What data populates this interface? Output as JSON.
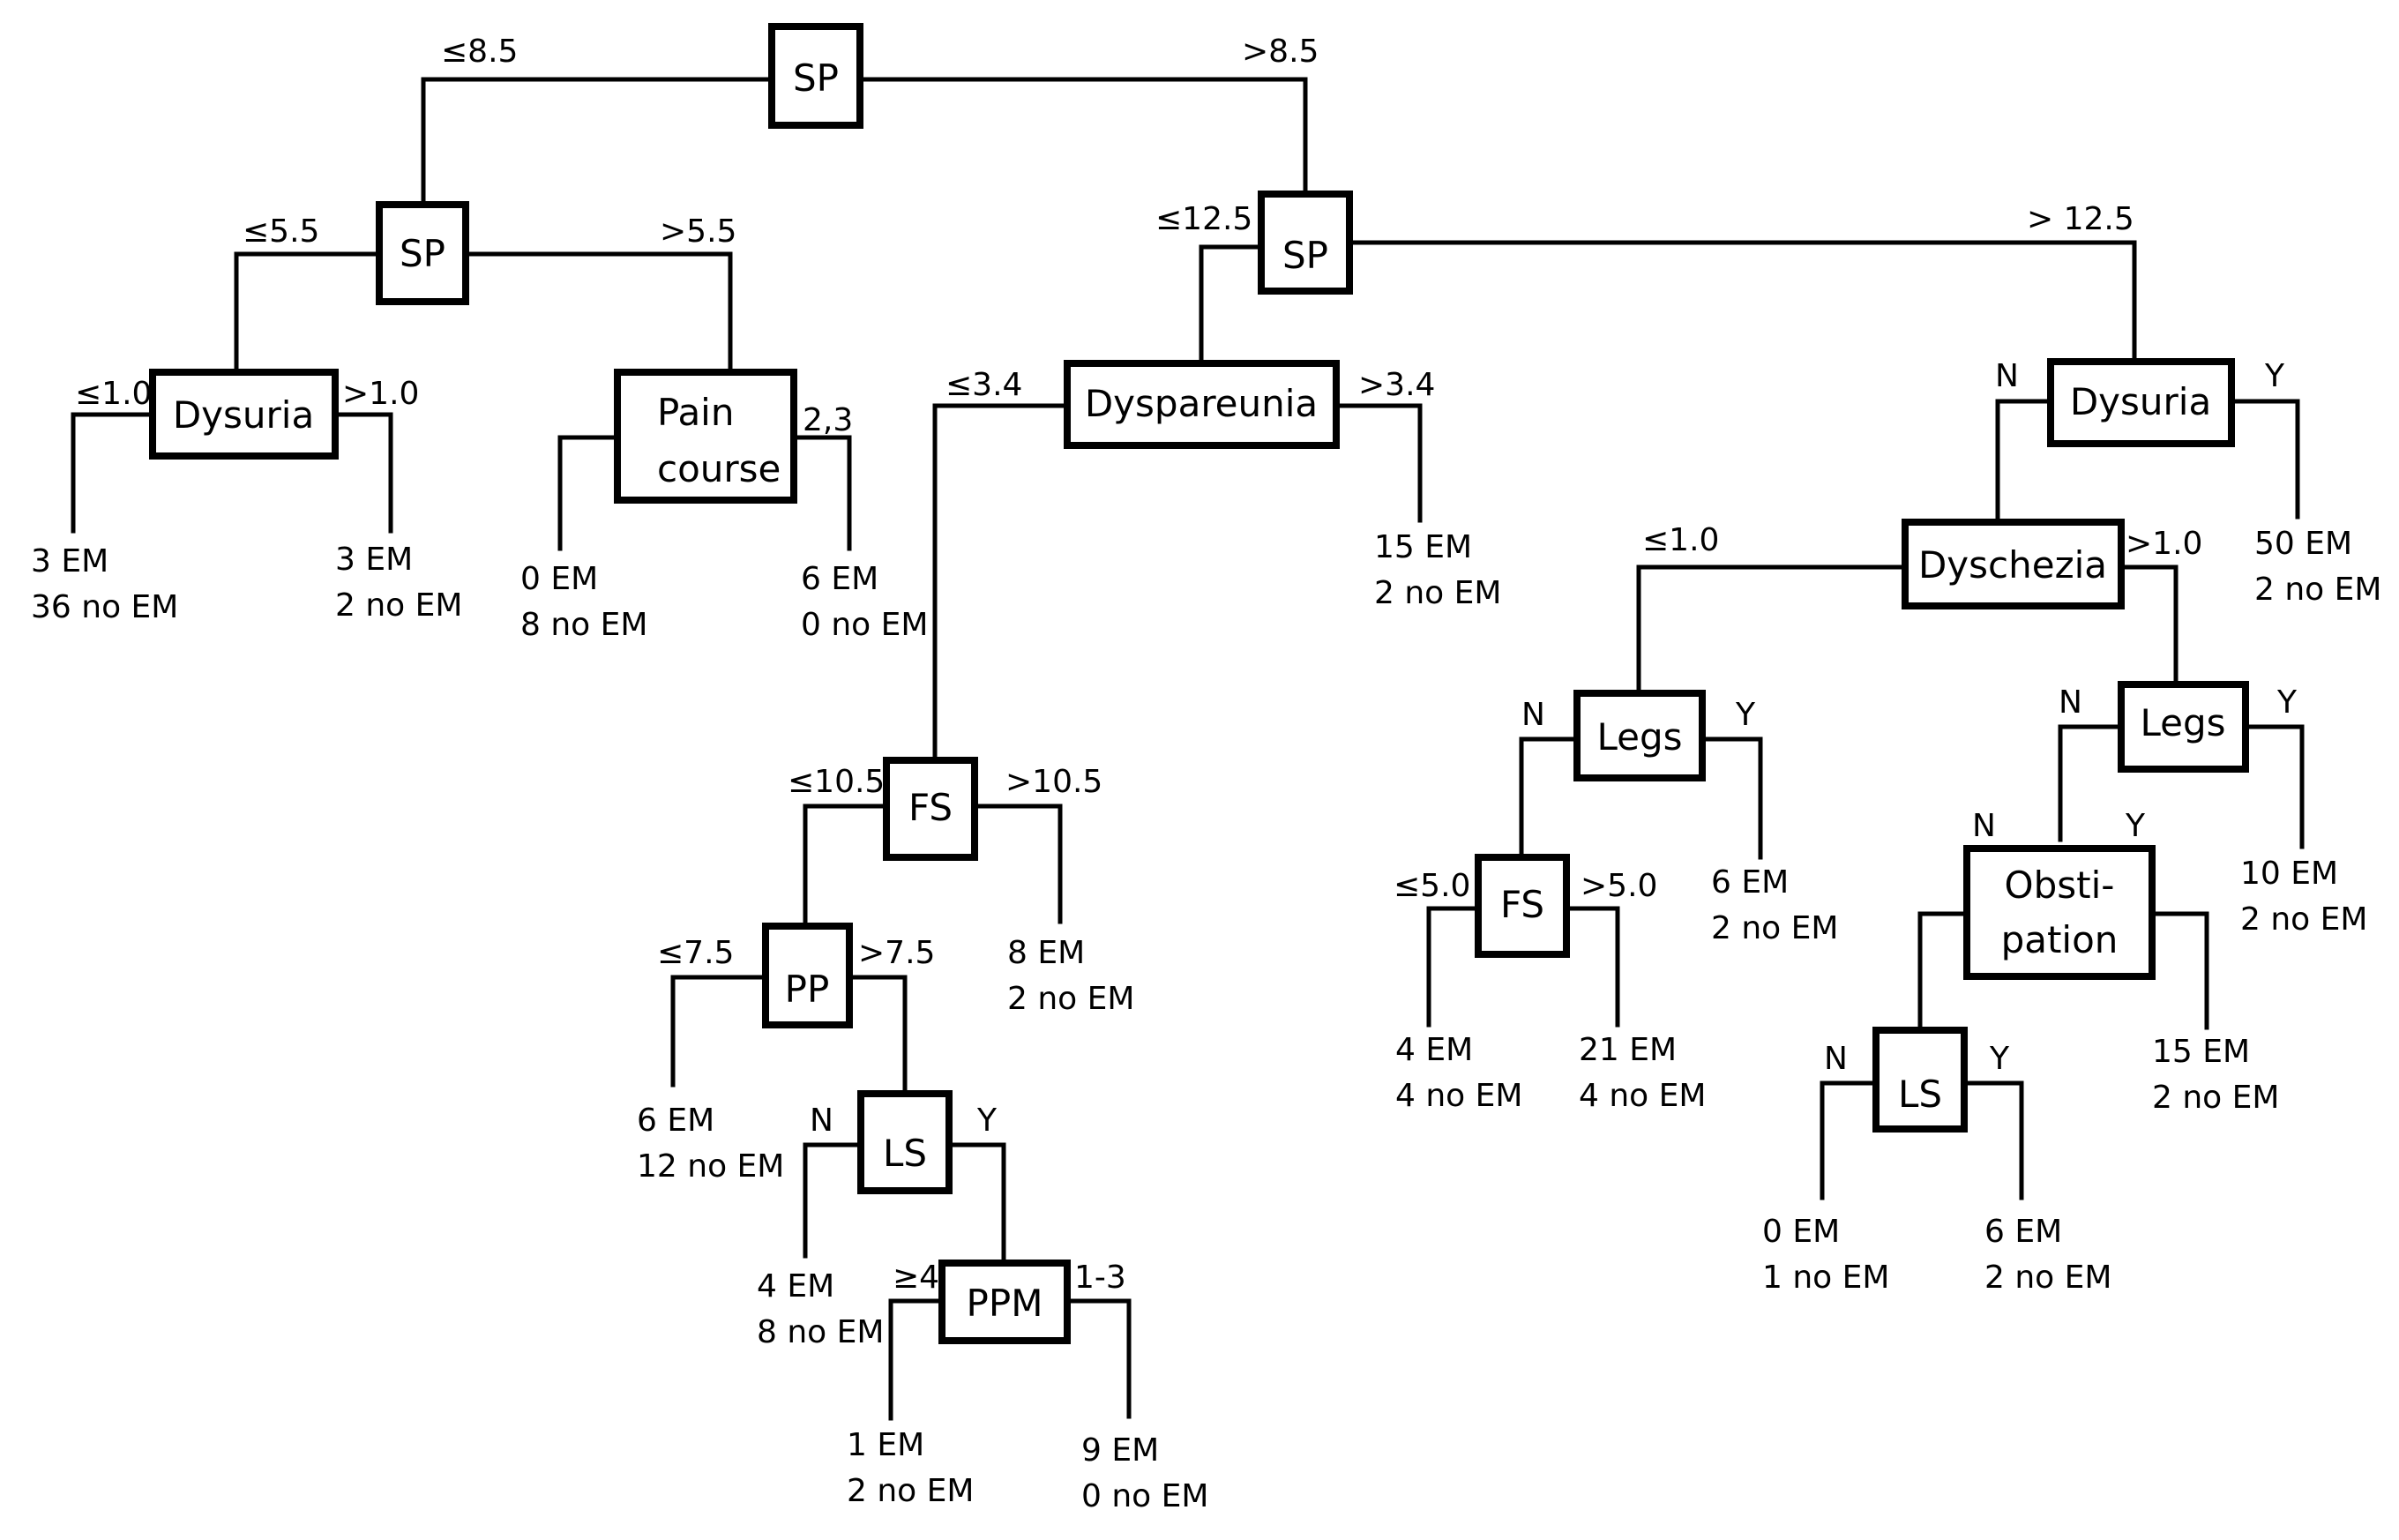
{
  "nodes": {
    "n1": {
      "label": "SP"
    },
    "n2": {
      "label": "SP"
    },
    "n3": {
      "label": "Dysuria"
    },
    "n4": {
      "label": [
        "Pain",
        "course"
      ]
    },
    "n5": {
      "label": "SP"
    },
    "n6": {
      "label": "Dyspareunia"
    },
    "n7": {
      "label": "FS"
    },
    "n8": {
      "label": "PP"
    },
    "n9": {
      "label": "LS"
    },
    "n10": {
      "label": "PPM"
    },
    "n11": {
      "label": "Dysuria"
    },
    "n12": {
      "label": "Dyschezia"
    },
    "n13": {
      "label": "Legs"
    },
    "n14": {
      "label": "FS"
    },
    "n15": {
      "label": "Legs"
    },
    "n16": {
      "label": [
        "Obsti-",
        "pation"
      ]
    },
    "n17": {
      "label": "LS"
    }
  },
  "edge_labels": {
    "n1_left": "≤8.5",
    "n1_right": ">8.5",
    "n2_left": "≤5.5",
    "n2_right": ">5.5",
    "n3_left": "≤1.0",
    "n3_right": ">1.0",
    "n4_right": "2,3",
    "n5_left": "≤12.5",
    "n5_right": "> 12.5",
    "n6_left": "≤3.4",
    "n6_right": ">3.4",
    "n7_left": "≤10.5",
    "n7_right": ">10.5",
    "n8_left": "≤7.5",
    "n8_right": ">7.5",
    "n9_left": "N",
    "n9_right": "Y",
    "n10_left": "≥4",
    "n10_right": "1-3",
    "n11_left": "N",
    "n11_right": "Y",
    "n12_left": "≤1.0",
    "n12_right": ">1.0",
    "n13_left": "N",
    "n13_right": "Y",
    "n14_left": "≤5.0",
    "n14_right": ">5.0",
    "n15_left": "N",
    "n15_right": "Y",
    "n16_left": "N",
    "n16_right": "Y",
    "n17_left": "N",
    "n17_right": "Y"
  },
  "leaves": {
    "l1": [
      "3 EM",
      "36 no EM"
    ],
    "l2": [
      "3 EM",
      "2 no EM"
    ],
    "l3": [
      "0 EM",
      "8 no EM"
    ],
    "l4": [
      "6 EM",
      "0 no EM"
    ],
    "l5": [
      "15 EM",
      "2 no EM"
    ],
    "l6": [
      "8 EM",
      "2 no EM"
    ],
    "l7": [
      "6 EM",
      "12 no EM"
    ],
    "l8": [
      "4 EM",
      "8 no EM"
    ],
    "l9": [
      "1 EM",
      "2 no EM"
    ],
    "l10": [
      "9 EM",
      "0 no EM"
    ],
    "l11": [
      "50 EM",
      "2 no EM"
    ],
    "l12": [
      "4 EM",
      "4 no EM"
    ],
    "l13": [
      "21 EM",
      "4 no EM"
    ],
    "l14": [
      "6 EM",
      "2 no EM"
    ],
    "l15": [
      "10 EM",
      "2 no EM"
    ],
    "l16": [
      "0 EM",
      "1 no EM"
    ],
    "l17": [
      "6 EM",
      "2 no EM"
    ],
    "l18": [
      "15 EM",
      "2 no EM"
    ]
  }
}
